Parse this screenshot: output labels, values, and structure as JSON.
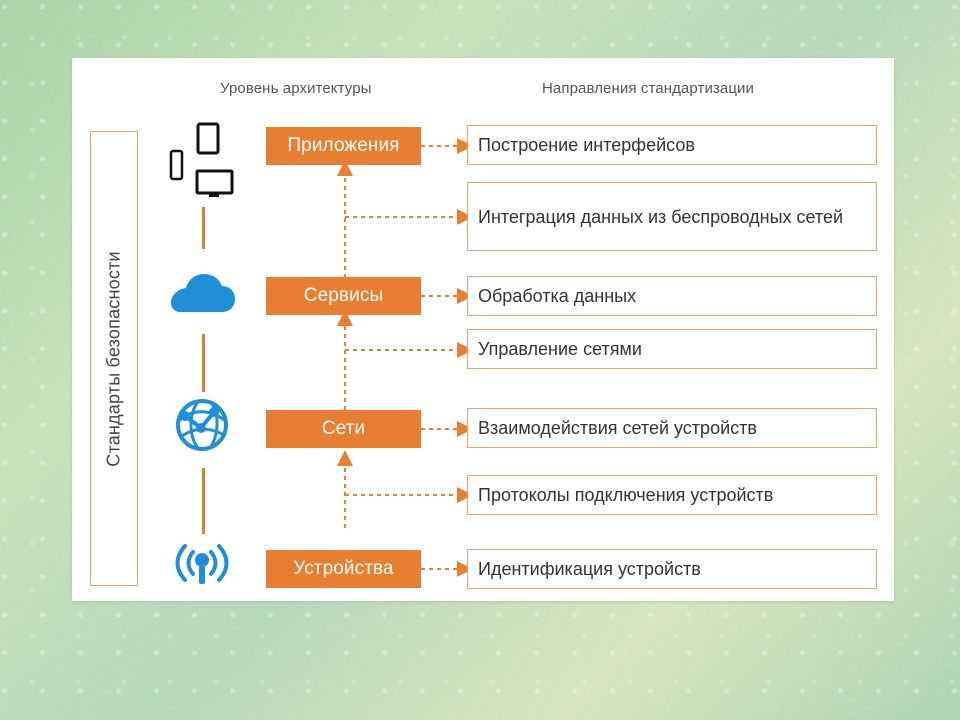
{
  "headers": {
    "left": "Уровень архитектуры",
    "right": "Направления стандартизации"
  },
  "side_label": "Стандарты безопасности",
  "levels": [
    {
      "label": "Приложения"
    },
    {
      "label": "Сервисы"
    },
    {
      "label": "Сети"
    },
    {
      "label": "Устройства"
    }
  ],
  "directions": [
    {
      "text": "Построение интерфейсов"
    },
    {
      "text": "Интеграция данных из беспроводных сетей"
    },
    {
      "text": "Обработка данных"
    },
    {
      "text": "Управление сетями"
    },
    {
      "text": "Взаимодействия сетей устройств"
    },
    {
      "text": "Протоколы подключения устройств"
    },
    {
      "text": "Идентификация устройств"
    }
  ],
  "icons": {
    "top": "devices-icon",
    "second": "cloud-icon",
    "third": "network-globe-icon",
    "bottom": "wireless-device-icon"
  },
  "colors": {
    "accent": "#e77e31",
    "outline": "#e8a468",
    "icon_blue": "#1f8fd8",
    "background": "#bfdcb7"
  }
}
